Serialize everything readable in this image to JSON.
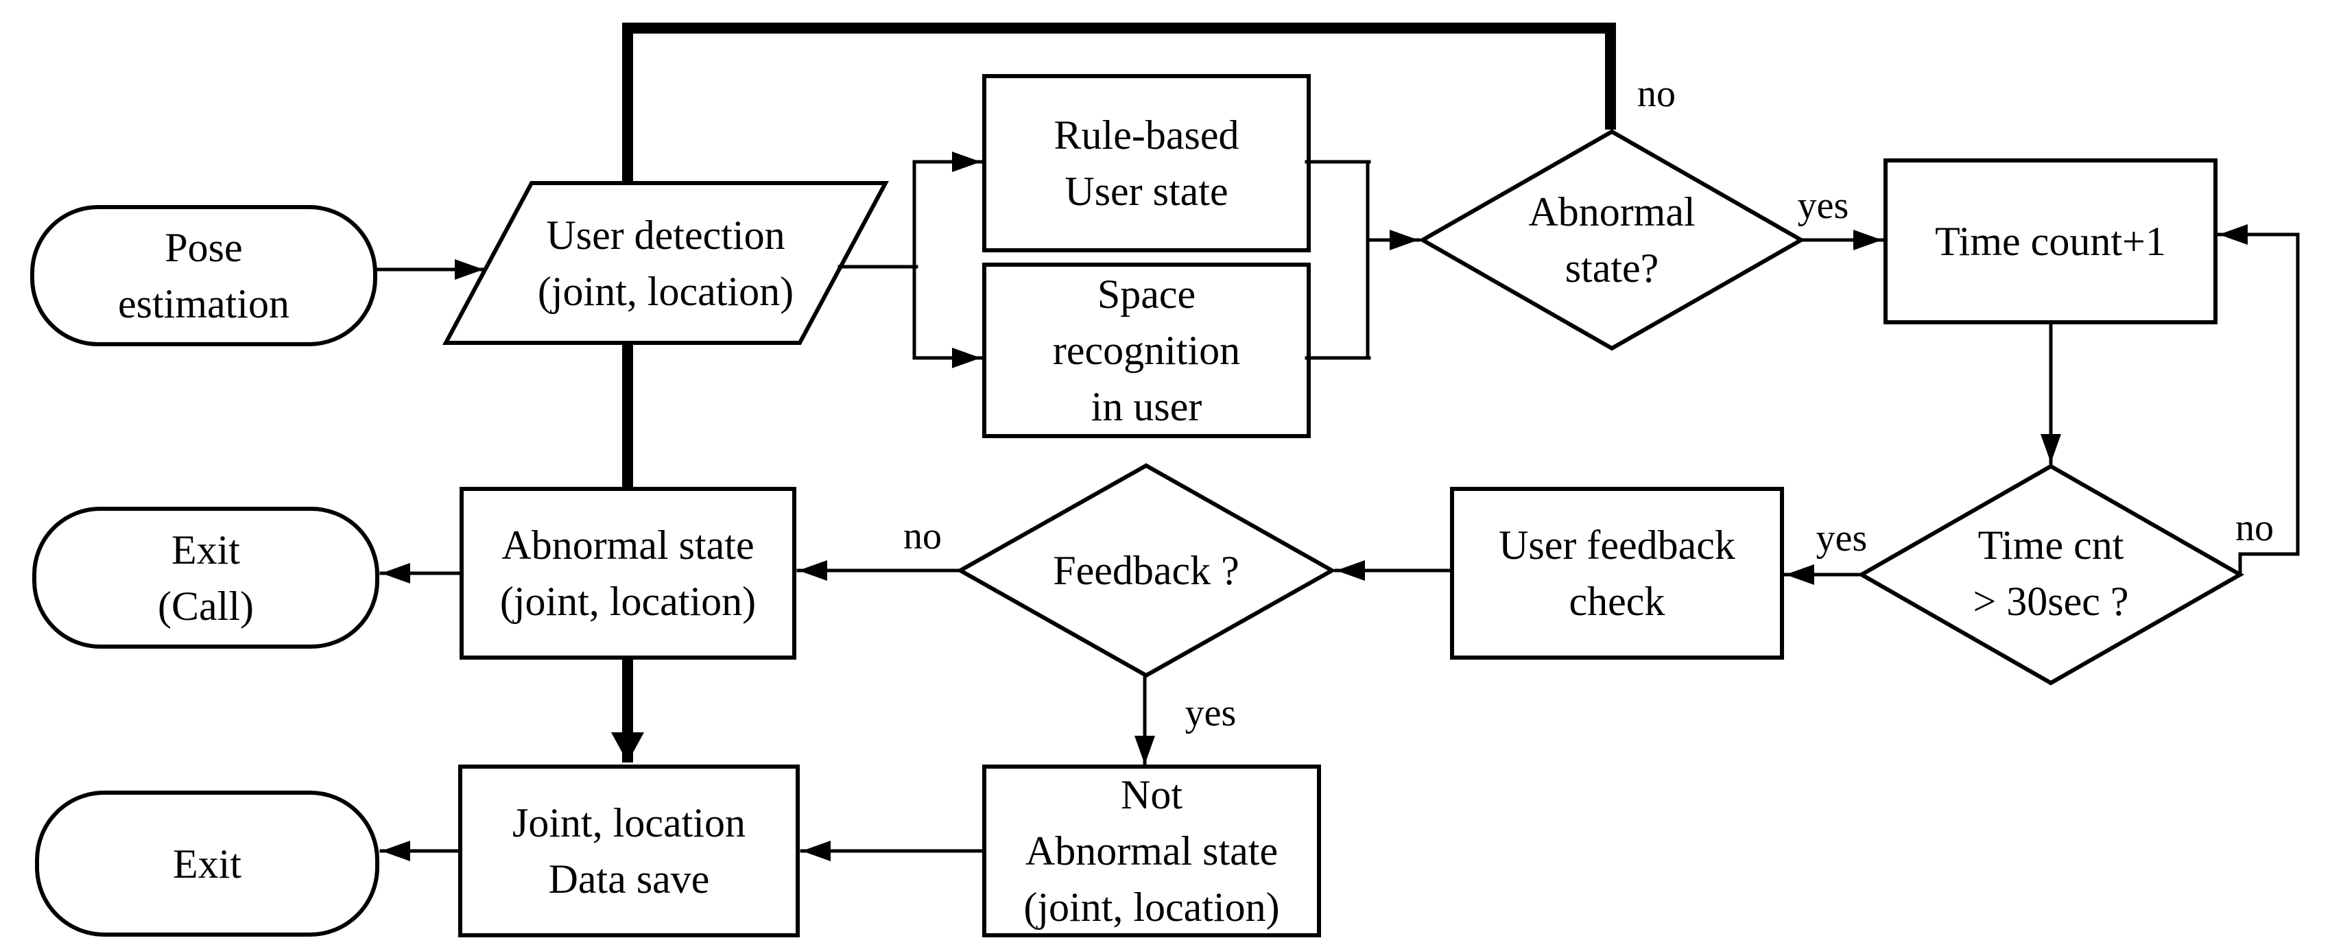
{
  "diagram": {
    "type": "flowchart",
    "nodes": {
      "pose_estimation": {
        "shape": "terminator",
        "label": "Pose\nestimation"
      },
      "user_detection": {
        "shape": "parallelogram",
        "label": "User detection\n(joint, location)"
      },
      "rule_based_user_state": {
        "shape": "process",
        "label": "Rule-based\nUser state"
      },
      "space_recognition": {
        "shape": "process",
        "label": "Space\nrecognition\nin user"
      },
      "abnormal_state_decision": {
        "shape": "decision",
        "label": "Abnormal\nstate?"
      },
      "time_count": {
        "shape": "process",
        "label": "Time count+1"
      },
      "time_cnt_decision": {
        "shape": "decision",
        "label": "Time cnt\n> 30sec ?"
      },
      "user_feedback_check": {
        "shape": "process",
        "label": "User feedback\ncheck"
      },
      "feedback_decision": {
        "shape": "decision",
        "label": "Feedback ?"
      },
      "abnormal_state_record": {
        "shape": "process",
        "label": "Abnormal state\n(joint, location)"
      },
      "not_abnormal_state_record": {
        "shape": "process",
        "label": "Not\nAbnormal state\n(joint, location)"
      },
      "joint_location_data_save": {
        "shape": "process",
        "label": "Joint, location\nData save"
      },
      "exit_call": {
        "shape": "terminator",
        "label": "Exit\n(Call)"
      },
      "exit": {
        "shape": "terminator",
        "label": "Exit"
      }
    },
    "edge_labels": {
      "abnormal_state_no": "no",
      "abnormal_state_yes": "yes",
      "time_cnt_no": "no",
      "time_cnt_yes": "yes",
      "feedback_no": "no",
      "feedback_yes": "yes"
    },
    "colors": {
      "line": "#000000",
      "fill": "#ffffff",
      "text": "#000000",
      "background": "#ffffff"
    }
  }
}
